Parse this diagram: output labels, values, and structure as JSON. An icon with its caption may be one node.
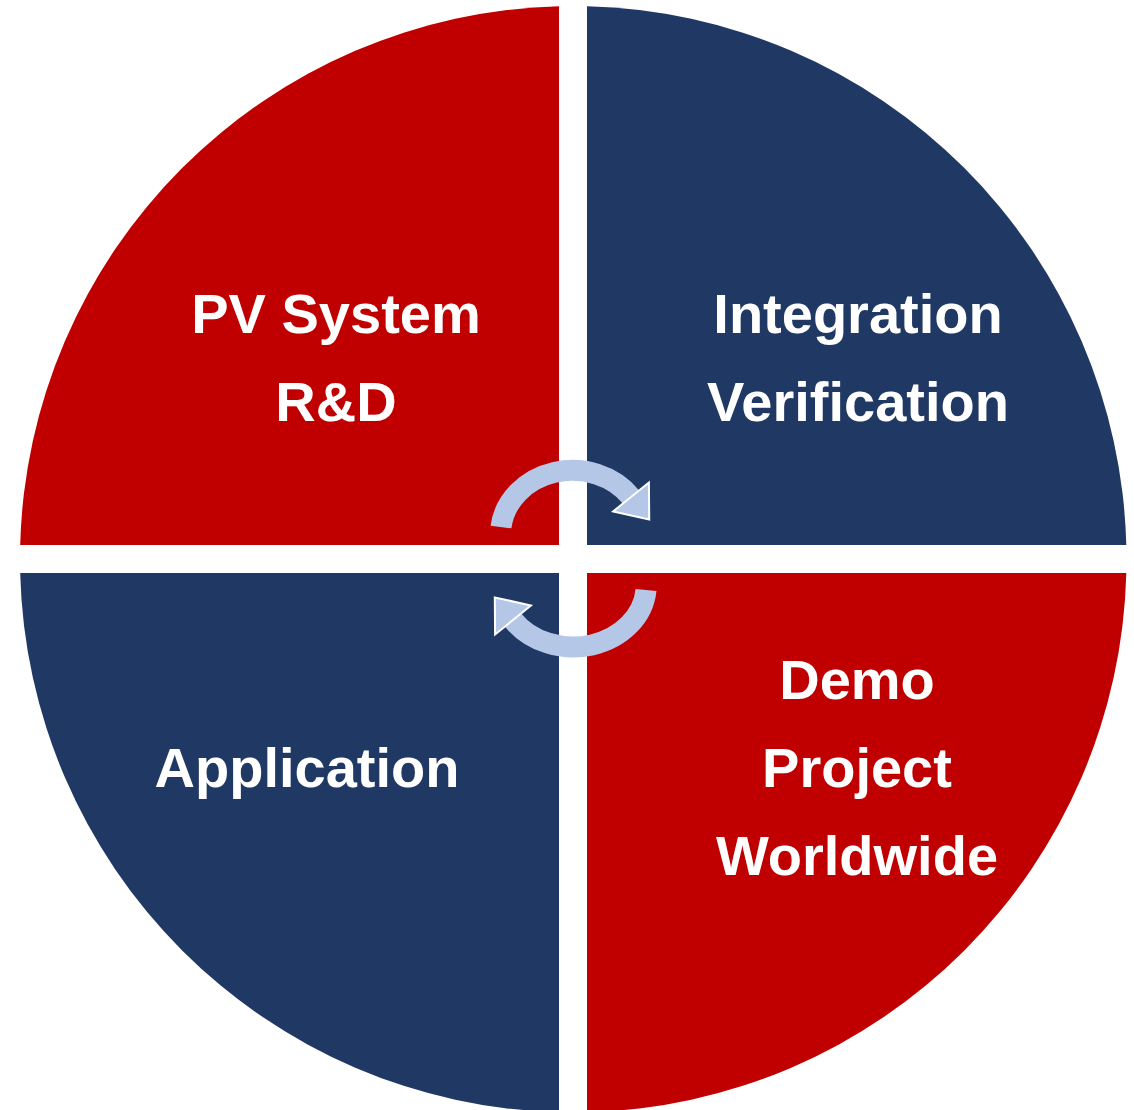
{
  "diagram": {
    "nodes": [
      {
        "text": [
          "PV System R&D"
        ]
      },
      {
        "text": [
          "Integration Verification"
        ]
      },
      {
        "text": [
          "Application"
        ]
      },
      {
        "text": [
          "Demo Project Worldwide"
        ]
      }
    ],
    "edges": [
      {
        "from": 0,
        "to": 1,
        "arrow": "to"
      },
      {
        "from": 3,
        "to": 2,
        "arrow": "to"
      }
    ]
  }
}
